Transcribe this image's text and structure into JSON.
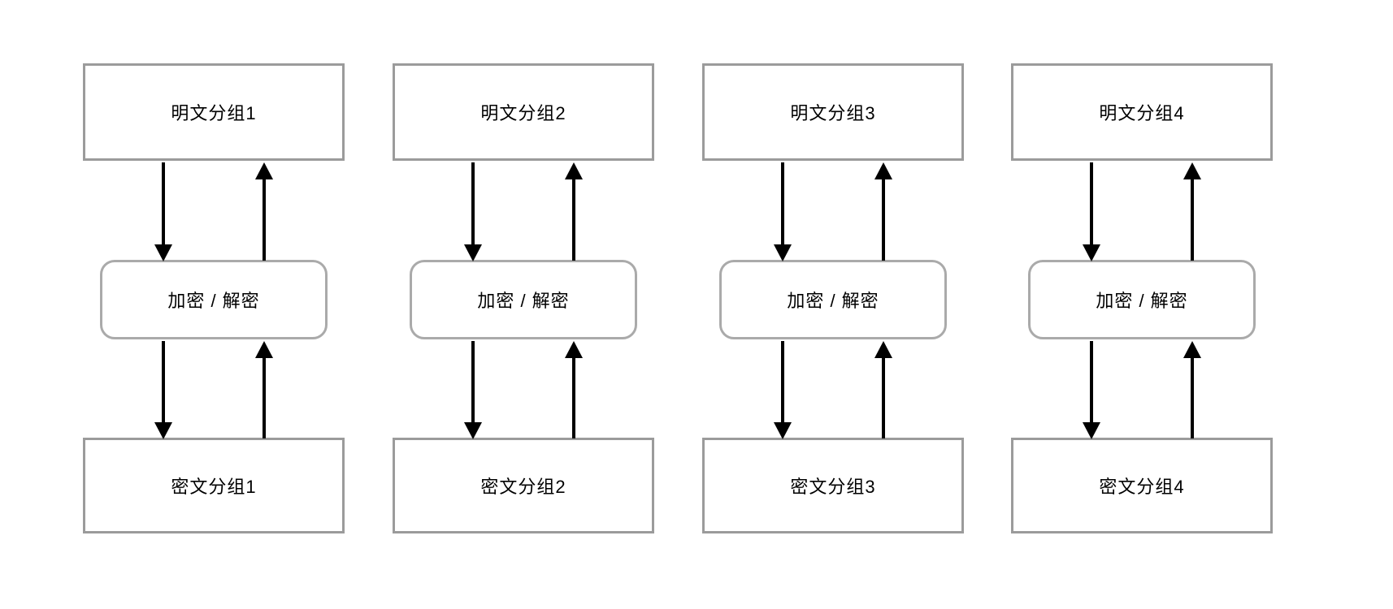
{
  "diagram": {
    "process_label": "加密 / 解密",
    "columns": [
      {
        "plaintext": "明文分组1",
        "process": "加密 / 解密",
        "ciphertext": "密文分组1"
      },
      {
        "plaintext": "明文分组2",
        "process": "加密 / 解密",
        "ciphertext": "密文分组2"
      },
      {
        "plaintext": "明文分组3",
        "process": "加密 / 解密",
        "ciphertext": "密文分组3"
      },
      {
        "plaintext": "明文分组4",
        "process": "加密 / 解密",
        "ciphertext": "密文分组4"
      }
    ],
    "colors": {
      "background": "#ffffff",
      "box_border": "#9b9b9b",
      "rounded_box_border": "#aaaaaa",
      "arrow": "#000000",
      "text": "#000000"
    }
  }
}
